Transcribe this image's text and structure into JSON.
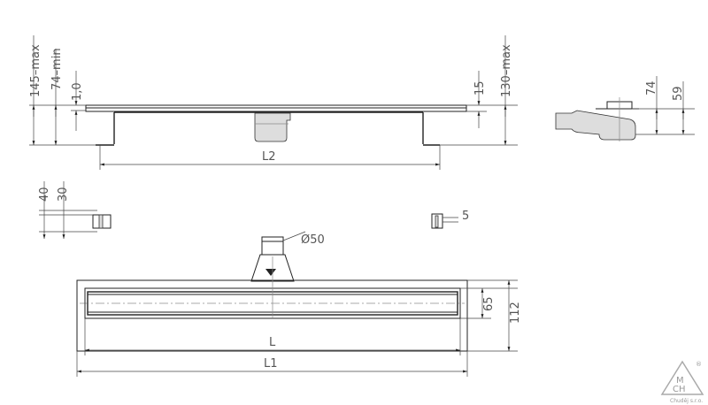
{
  "top_view": {
    "dim_overall_max": "145–max",
    "dim_min": "74–min",
    "dim_plate": "1,0",
    "dim_right_small": "15",
    "dim_right_max": "130–max",
    "dim_length": "L2"
  },
  "side_view": {
    "dim_total": "74",
    "dim_body": "59"
  },
  "profile_left": {
    "dim_outer": "40",
    "dim_inner": "30"
  },
  "profile_right": {
    "dim": "5"
  },
  "plan_view": {
    "outlet_diameter": "Ø50",
    "dim_inner_width": "65",
    "dim_outer_width": "112",
    "dim_inner_length": "L",
    "dim_outer_length": "L1"
  },
  "logo": {
    "mark": "MCH",
    "registered": "®",
    "company": "Chuděj s.r.o."
  }
}
